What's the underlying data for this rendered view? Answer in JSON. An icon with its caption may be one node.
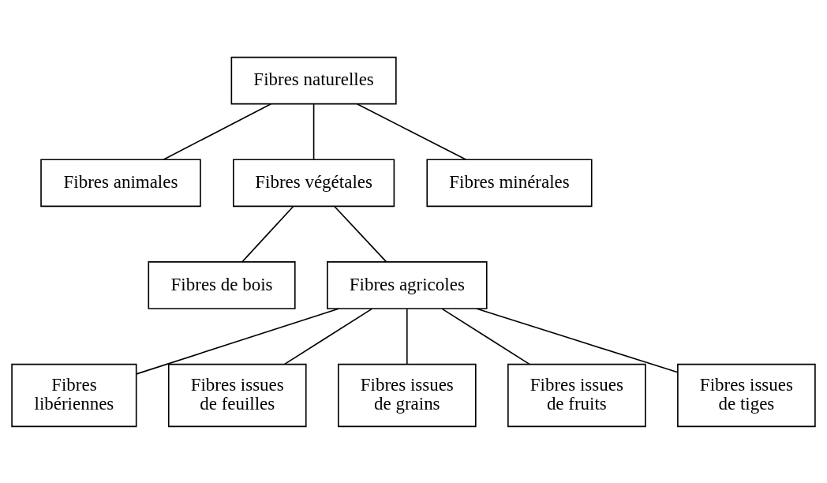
{
  "diagram": {
    "nodes": [
      {
        "text": [
          "Fibres naturelles"
        ]
      },
      {
        "text": [
          "Fibres animales"
        ]
      },
      {
        "text": [
          "Fibres végétales"
        ]
      },
      {
        "text": [
          "Fibres minérales"
        ]
      },
      {
        "text": [
          "Fibres de bois"
        ]
      },
      {
        "text": [
          "Fibres agricoles"
        ]
      },
      {
        "text": [
          "Fibres libériennes"
        ]
      },
      {
        "text": [
          "Fibres issues de feuilles"
        ]
      },
      {
        "text": [
          "Fibres issues de grains"
        ]
      },
      {
        "text": [
          "Fibres issues de fruits"
        ]
      },
      {
        "text": [
          "Fibres issues de tiges"
        ]
      }
    ],
    "edges": [
      {
        "from": 0,
        "to": 1,
        "arrow": "none"
      },
      {
        "from": 0,
        "to": 2,
        "arrow": "none"
      },
      {
        "from": 0,
        "to": 3,
        "arrow": "none"
      },
      {
        "from": 2,
        "to": 4,
        "arrow": "none"
      },
      {
        "from": 2,
        "to": 5,
        "arrow": "none"
      },
      {
        "from": 5,
        "to": 6,
        "arrow": "none"
      },
      {
        "from": 5,
        "to": 7,
        "arrow": "none"
      },
      {
        "from": 5,
        "to": 8,
        "arrow": "none"
      },
      {
        "from": 5,
        "to": 9,
        "arrow": "none"
      },
      {
        "from": 5,
        "to": 10,
        "arrow": "none"
      }
    ]
  }
}
